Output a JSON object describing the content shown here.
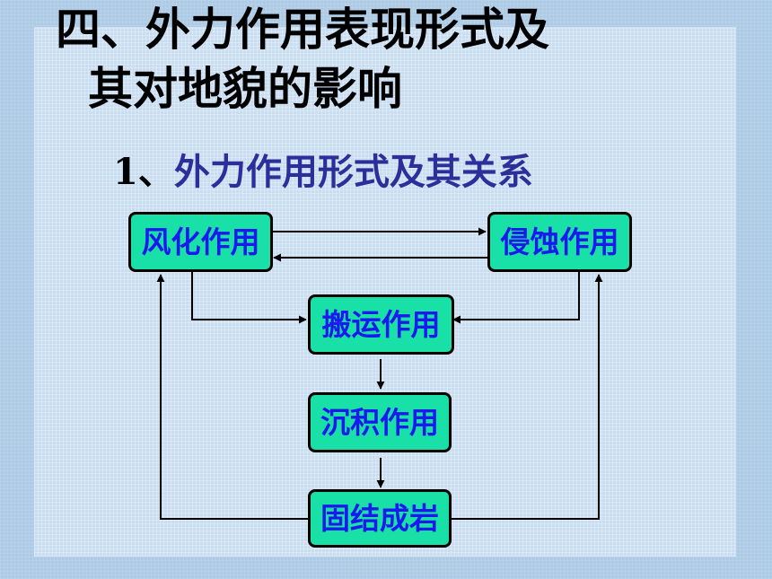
{
  "title": {
    "line1": "四、外力作用表现形式及",
    "line2": "其对地貌的影响"
  },
  "subtitle": {
    "number": "1、",
    "text": "外力作用形式及其关系"
  },
  "nodes": {
    "weathering": "风化作用",
    "erosion": "侵蚀作用",
    "transport": "搬运作用",
    "deposition": "沉积作用",
    "lithification": "固结成岩"
  },
  "colors": {
    "node_fill": "#19e0a6",
    "node_text": "#1a1aee",
    "subtitle_text": "#2e2e9a",
    "line": "#000000"
  }
}
